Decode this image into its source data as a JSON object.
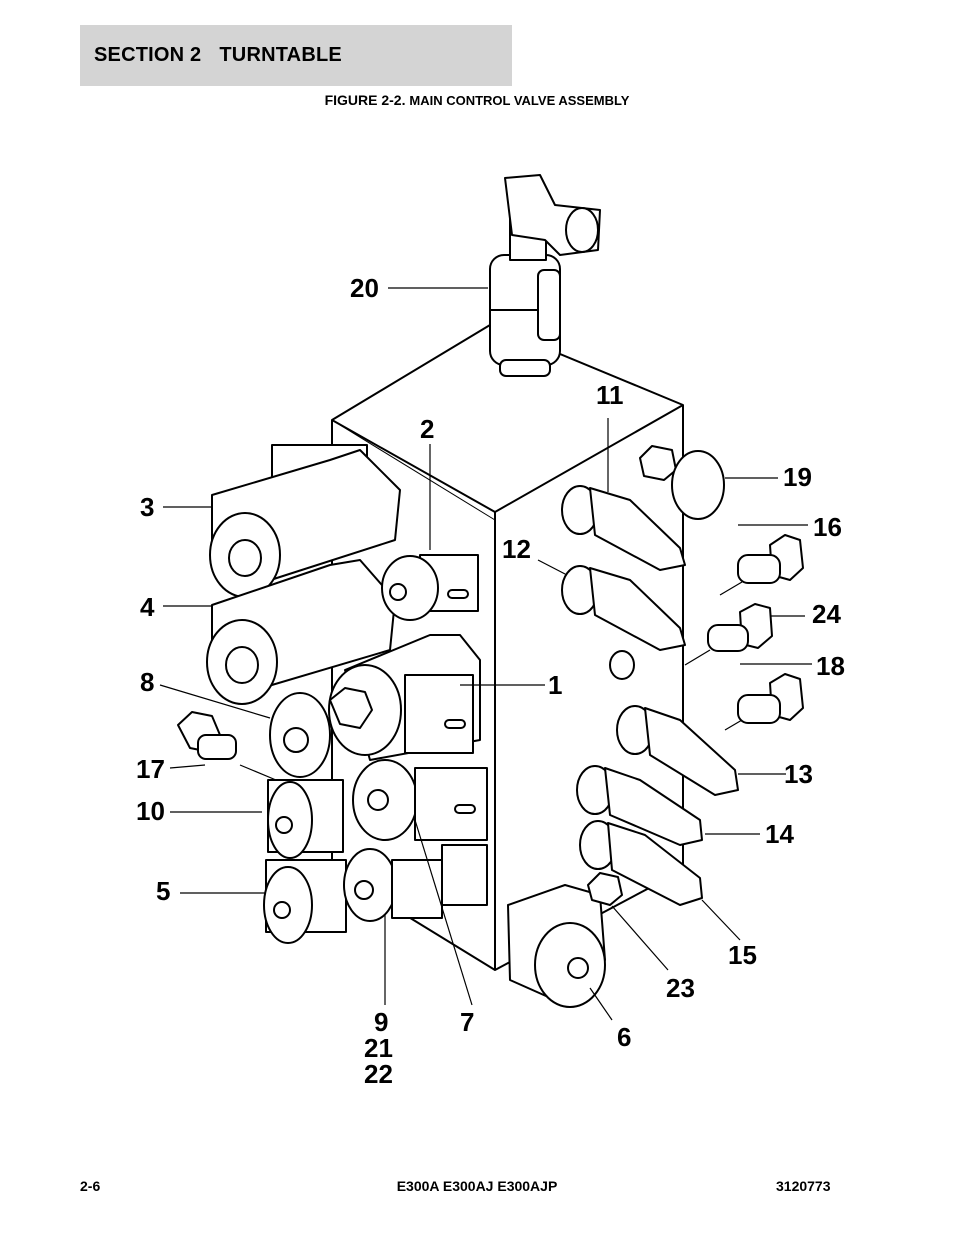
{
  "header": {
    "section": "SECTION 2",
    "title": "TURNTABLE"
  },
  "figure": {
    "number": "FIGURE 2-2.",
    "caption": "MAIN CONTROL VALVE ASSEMBLY"
  },
  "callouts": [
    "1",
    "2",
    "3",
    "4",
    "5",
    "6",
    "7",
    "8",
    "9",
    "10",
    "11",
    "12",
    "13",
    "14",
    "15",
    "16",
    "17",
    "18",
    "19",
    "20",
    "21",
    "22",
    "23",
    "24"
  ],
  "footer": {
    "page": "2-6",
    "models": "E300A E300AJ E300AJP",
    "doc_number": "3120773"
  }
}
